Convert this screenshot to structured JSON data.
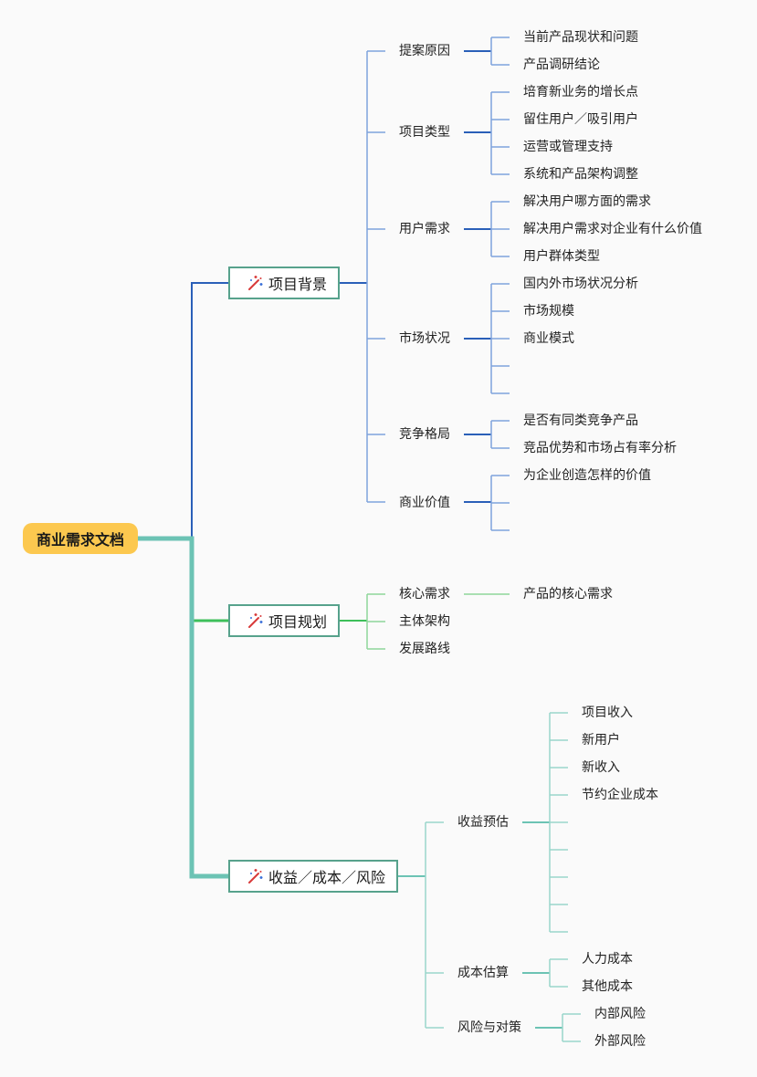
{
  "root": {
    "label": "商业需求文档"
  },
  "colors": {
    "blue": "#2a5fb8",
    "blue_light": "#7ea3dc",
    "green": "#3dbf5a",
    "green_light": "#8ed69a",
    "teal": "#6cc3b4",
    "teal_light": "#99d6cb",
    "root_fill": "#fcc84f",
    "node_border": "#57a28c"
  },
  "icon": "magic-wand-icon",
  "branches": [
    {
      "label": "项目背景",
      "children": [
        {
          "label": "提案原因",
          "children": [
            "当前产品现状和问题",
            "产品调研结论"
          ]
        },
        {
          "label": "项目类型",
          "children": [
            "培育新业务的增长点",
            "留住用户／吸引用户",
            "运营或管理支持",
            "系统和产品架构调整"
          ]
        },
        {
          "label": "用户需求",
          "children": [
            "解决用户哪方面的需求",
            "解决用户需求对企业有什么价值",
            "用户群体类型"
          ]
        },
        {
          "label": "市场状况",
          "children": [
            "国内外市场状况分析",
            "市场规模",
            "商业模式",
            "",
            ""
          ]
        },
        {
          "label": "竞争格局",
          "children": [
            "是否有同类竞争产品",
            "竞品优势和市场占有率分析"
          ]
        },
        {
          "label": "商业价值",
          "children": [
            "为企业创造怎样的价值",
            "",
            ""
          ]
        }
      ]
    },
    {
      "label": "项目规划",
      "children": [
        {
          "label": "核心需求",
          "children": [
            "产品的核心需求"
          ]
        },
        {
          "label": "主体架构",
          "children": []
        },
        {
          "label": "发展路线",
          "children": []
        }
      ]
    },
    {
      "label": "收益／成本／风险",
      "children": [
        {
          "label": "收益预估",
          "children": [
            "项目收入",
            "新用户",
            "新收入",
            "节约企业成本",
            "",
            "",
            "",
            "",
            ""
          ]
        },
        {
          "label": "成本估算",
          "children": [
            "人力成本",
            "其他成本"
          ]
        },
        {
          "label": "风险与对策",
          "children": [
            "内部风险",
            "外部风险"
          ]
        }
      ]
    }
  ]
}
